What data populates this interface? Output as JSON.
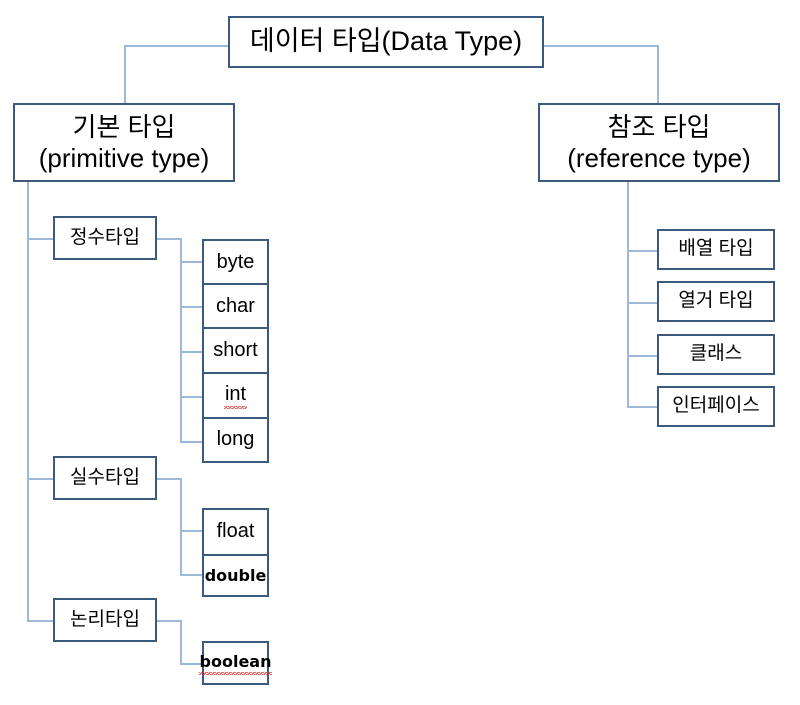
{
  "diagram": {
    "title": "데이터 타입(Data Type)",
    "root": {
      "label": "데이터 타입(Data Type)"
    },
    "branches": [
      {
        "id": "primitive",
        "label_line1": "기본 타입",
        "label_line2": "(primitive type)",
        "categories": [
          {
            "id": "integer",
            "label": "정수타입",
            "leaves": [
              {
                "label": "byte",
                "bold": false,
                "spellcheck_error": false
              },
              {
                "label": "char",
                "bold": false,
                "spellcheck_error": false
              },
              {
                "label": "short",
                "bold": false,
                "spellcheck_error": false
              },
              {
                "label": "int",
                "bold": false,
                "spellcheck_error": true
              },
              {
                "label": "long",
                "bold": false,
                "spellcheck_error": false
              }
            ]
          },
          {
            "id": "floating",
            "label": "실수타입",
            "leaves": [
              {
                "label": "float",
                "bold": false,
                "spellcheck_error": false
              },
              {
                "label": "double",
                "bold": true,
                "spellcheck_error": false
              }
            ]
          },
          {
            "id": "logical",
            "label": "논리타입",
            "leaves": [
              {
                "label": "boolean",
                "bold": true,
                "spellcheck_error": true
              }
            ]
          }
        ]
      },
      {
        "id": "reference",
        "label_line1": "참조 타입",
        "label_line2": "(reference type)",
        "leaves": [
          {
            "label": "배열 타입"
          },
          {
            "label": "열거 타입"
          },
          {
            "label": "클래스"
          },
          {
            "label": "인터페이스"
          }
        ]
      }
    ]
  },
  "colors": {
    "box_border": "#3c5a80",
    "connector": "#9cb9d9",
    "background": "#ffffff",
    "text": "#000000",
    "spellcheck_underline": "#e03030"
  }
}
